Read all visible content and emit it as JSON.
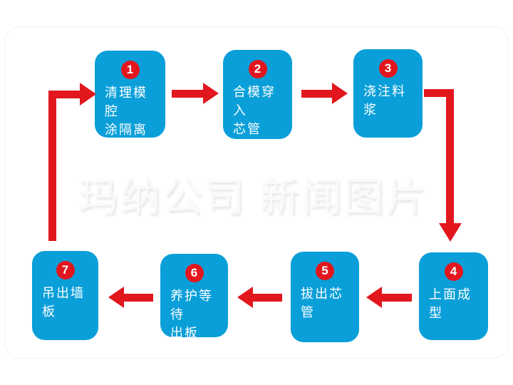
{
  "watermark": {
    "text": "玛纳公司 新闻图片"
  },
  "colors": {
    "box_blue": "#0a9fd9",
    "arrow_red": "#e2171e",
    "step_text": "#ffffff"
  },
  "flow": {
    "steps": [
      {
        "number": "1",
        "lines": [
          "清理模腔",
          "涂隔离剂"
        ]
      },
      {
        "number": "2",
        "lines": [
          "合模穿入",
          "芯管"
        ]
      },
      {
        "number": "3",
        "lines": [
          "浇注料浆"
        ]
      },
      {
        "number": "4",
        "lines": [
          "上面成型"
        ]
      },
      {
        "number": "5",
        "lines": [
          "拔出芯管"
        ]
      },
      {
        "number": "6",
        "lines": [
          "养护等待",
          "出板"
        ]
      },
      {
        "number": "7",
        "lines": [
          "吊出墙板"
        ]
      }
    ]
  }
}
